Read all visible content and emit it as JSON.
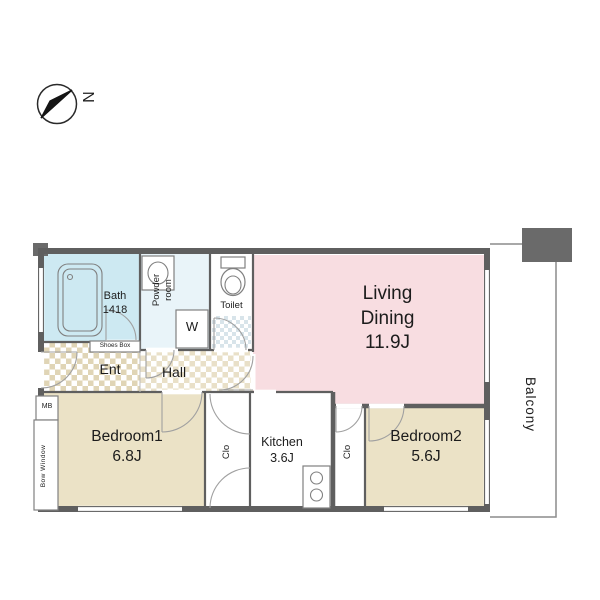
{
  "compass": {
    "direction": "N"
  },
  "rooms": {
    "living": {
      "line1": "Living",
      "line2": "Dining",
      "size": "11.9J"
    },
    "balcony": {
      "name": "Balcony"
    },
    "bath": {
      "name": "Bath",
      "size": "1418"
    },
    "powder": {
      "line1": "Powder",
      "line2": "room"
    },
    "washer": {
      "label": "W"
    },
    "toilet": {
      "name": "Toilet"
    },
    "ent": {
      "name": "Ent"
    },
    "shoes_box": {
      "name": "Shoes Box"
    },
    "hall": {
      "name": "Hall"
    },
    "bedroom1": {
      "name": "Bedroom1",
      "size": "6.8J"
    },
    "closet1": {
      "name": "Clo"
    },
    "kitchen": {
      "name": "Kitchen",
      "size": "3.6J"
    },
    "closet2": {
      "name": "Clo"
    },
    "bedroom2": {
      "name": "Bedroom2",
      "size": "5.6J"
    },
    "meter_box": {
      "name": "MB"
    },
    "bow_window": {
      "name": "Bow Window"
    }
  },
  "palette": {
    "wall": "#5f5f5f",
    "living": "#f8dde1",
    "bedroom": "#ebe2c6",
    "bath": "#cde9f2",
    "powder": "#e9f4f9",
    "checker": "#e0d5b6",
    "checker2": "#e9e0c8",
    "checker3": "#d8e4ea",
    "line": "#555555"
  }
}
